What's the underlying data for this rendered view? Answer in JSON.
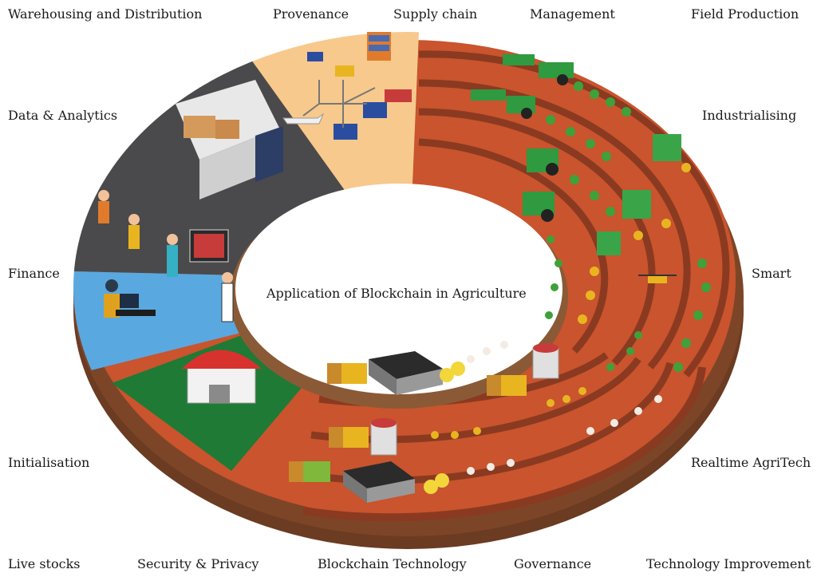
{
  "center_title": "Application of Blockchain in Agriculture",
  "labels": {
    "warehousing": "Warehousing and Distribution",
    "provenance": "Provenance",
    "supply_chain": "Supply chain",
    "management": "Management",
    "field_production": "Field Production",
    "data_analytics": "Data & Analytics",
    "industrialising": "Industrialising",
    "finance": "Finance",
    "smart": "Smart",
    "initialisation": "Initialisation",
    "realtime_agritech": "Realtime AgriTech",
    "live_stocks": "Live stocks",
    "security_privacy": "Security & Privacy",
    "blockchain_technology": "Blockchain Technology",
    "governance": "Governance",
    "technology_improvement": "Technology Improvement"
  },
  "colors": {
    "soil": "#c9542d",
    "soil_dark": "#8a3a20",
    "soil_side": "#6b3b22",
    "gray_sector": "#4a4a4c",
    "peach_sector": "#f7c98c",
    "blue_sector": "#5aa8e0",
    "green_sector": "#1f7a35"
  },
  "icons": [
    "truck-icon",
    "barn-icon",
    "tractor-icon",
    "plant-icon",
    "drone-icon",
    "warehouse-icon",
    "airplane-icon",
    "person-icon",
    "monitor-icon",
    "silo-icon",
    "hay-bale-icon"
  ]
}
